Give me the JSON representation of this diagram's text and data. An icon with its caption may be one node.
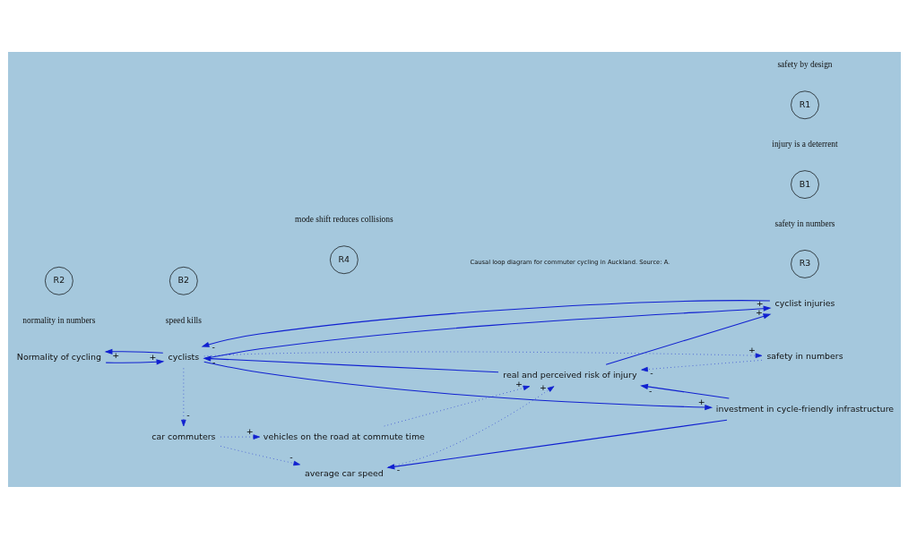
{
  "diagram": {
    "nodes": [
      {
        "text": [
          "Normality of cycling"
        ]
      },
      {
        "text": [
          "cyclists"
        ]
      },
      {
        "text": [
          "safety in numbers"
        ]
      },
      {
        "text": [
          "cyclist injuries"
        ]
      },
      {
        "text": [
          "real and perceived risk of injury"
        ]
      },
      {
        "text": [
          "investment in cycle-friendly infrastructure"
        ]
      },
      {
        "text": [
          "average car speed"
        ]
      },
      {
        "text": [
          "car commuters"
        ]
      },
      {
        "text": [
          "vehicles on the road at commute time"
        ]
      }
    ],
    "edges": [
      {
        "from": 1,
        "to": 0,
        "arrow": "to",
        "label": "+"
      },
      {
        "from": 0,
        "to": 1,
        "arrow": "to",
        "label": "+"
      },
      {
        "from": 1,
        "to": 2,
        "arrow": "to",
        "label": "+",
        "style": "dashed"
      },
      {
        "from": 2,
        "to": 4,
        "arrow": "to",
        "label": "-",
        "style": "dashed"
      },
      {
        "from": 1,
        "to": 3,
        "arrow": "to",
        "label": "+"
      },
      {
        "from": 3,
        "to": 1,
        "arrow": "to",
        "label": "-"
      },
      {
        "from": 4,
        "to": 3,
        "arrow": "to",
        "label": "+"
      },
      {
        "from": 4,
        "to": 1,
        "arrow": "to",
        "label": "-"
      },
      {
        "from": 1,
        "to": 5,
        "arrow": "to",
        "label": "+"
      },
      {
        "from": 5,
        "to": 4,
        "arrow": "to",
        "label": "-"
      },
      {
        "from": 5,
        "to": 6,
        "arrow": "to",
        "label": "-"
      },
      {
        "from": 6,
        "to": 4,
        "arrow": "to",
        "label": "+",
        "style": "dashed"
      },
      {
        "from": 8,
        "to": 4,
        "arrow": "to",
        "label": "+",
        "style": "dashed"
      },
      {
        "from": 1,
        "to": 7,
        "arrow": "to",
        "label": "-",
        "style": "dashed"
      },
      {
        "from": 7,
        "to": 6,
        "arrow": "to",
        "label": "-",
        "style": "dashed"
      },
      {
        "from": 7,
        "to": 8,
        "arrow": "to",
        "label": "+",
        "style": "dashed"
      }
    ],
    "labels": [
      "R3",
      "safety in numbers",
      "Causal loop diagram for commuter cycling in Auckland. Source: A.",
      "normality in numbers",
      "R2",
      "B1",
      "injury is a deterrent",
      "R1",
      "safety by design",
      "speed kills",
      "B2",
      "R4",
      "mode shift reduces collisions"
    ]
  }
}
